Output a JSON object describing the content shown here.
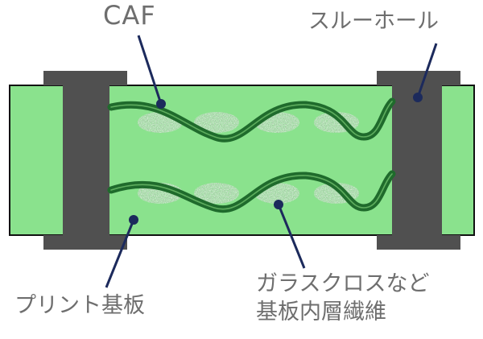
{
  "labels": {
    "caf": "CAF",
    "through_hole": "スルーホール",
    "printed_board": "プリント基板",
    "glass_cloth_line1": "ガラスクロスなど",
    "glass_cloth_line2": "基板内層繊維"
  },
  "colors": {
    "board_fill": "#8ae28d",
    "board_outline": "#111111",
    "via_fill": "#505050",
    "fiber_stroke": "#1f6b2c",
    "leader_line": "#1c2a5c",
    "text": "#6e6e6e"
  }
}
